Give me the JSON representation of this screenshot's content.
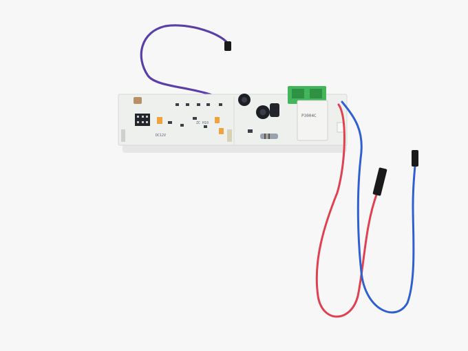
{
  "scene": {
    "description_visible_only": true,
    "background_color": "#f7f7f7",
    "board_color": "#eef0ee",
    "relay_color": "#f4f4f2",
    "terminal_color": "#43b55a",
    "wire_colors": {
      "purple": "#5b3fa8",
      "red": "#e0404f",
      "blue": "#2f5fd0",
      "black": "#1a1a1a"
    }
  },
  "labels": {
    "relay_text": "P3004C",
    "board_text": "ZC H10",
    "small_text": "DC12V"
  }
}
